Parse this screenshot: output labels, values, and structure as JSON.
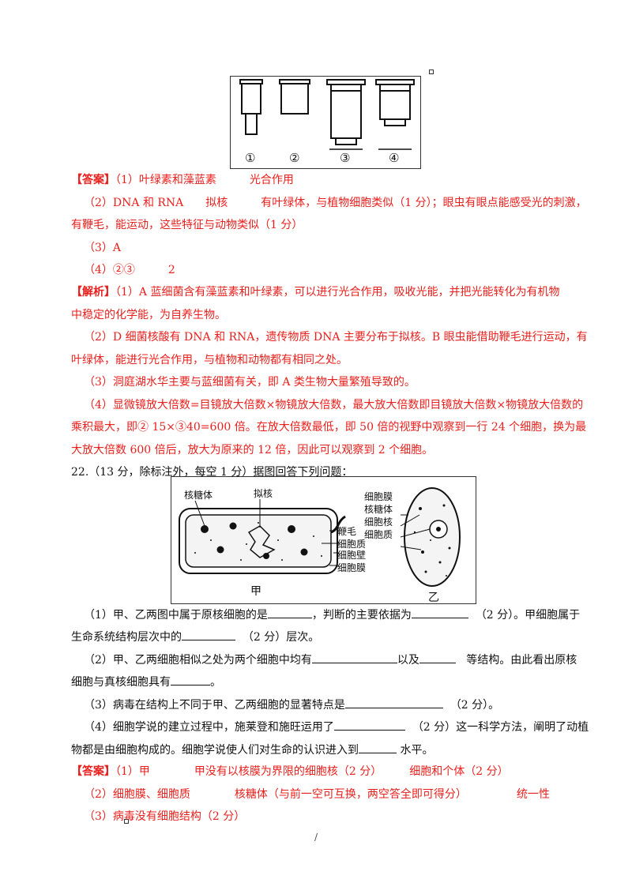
{
  "figure1": {
    "labels": [
      "①",
      "②",
      "③",
      "④"
    ]
  },
  "answer21": {
    "tag": "【答案】",
    "l1": "（1）叶绿素和藻蓝素　　　光合作用",
    "l2": "（2）DNA 和 RNA　　拟核　　　有叶绿体，与植物细胞类似（1 分）；眼虫有眼点能感受光的刺激，",
    "l3": "有鞭毛，能运动，这些特征与动物类似（1 分）",
    "l4": "（3）A",
    "l5": "（4）②③　　　2"
  },
  "analysis21": {
    "tag": "【解析】",
    "l1": "（1）A 蓝细菌含有藻蓝素和叶绿素，可以进行光合作用，吸收光能，并把光能转化为有机物",
    "l2": "中稳定的化学能，为自养生物。",
    "l3": "（2）D 细菌核酸有 DNA 和 RNA，遗传物质 DNA 主要分布于拟核。B 眼虫能借助鞭毛进行运动，有",
    "l4": "叶绿体，能进行光合作用，与植物和动物都有相同之处。",
    "l5": "（3）洞庭湖水华主要与蓝细菌有关，即 A 类生物大量繁殖导致的。",
    "l6": "（4）显微镜放大倍数=目镜放大倍数×物镜放大倍数，最大放大倍数即目镜放大倍数×物镜放大倍数的",
    "l7": "乘积最大，即② 15×③40=600 倍。在放大倍数最低，即 50 倍的视野中观察到一行 24 个细胞，换为最",
    "l8": "大放大倍数 600 倍后，放大为原来的 12 倍，因此可以观察到 2 个细胞。"
  },
  "q22": {
    "header": "22.（13 分，除标注外，每空 1 分）据图回答下列问题：",
    "figure": {
      "jia_labels": [
        "核糖体",
        "拟核",
        "鞭毛",
        "细胞质",
        "细胞壁",
        "细胞膜"
      ],
      "jia_caption": "甲",
      "yi_labels": [
        "细胞膜",
        "核糖体",
        "细胞核",
        "细胞质"
      ],
      "yi_caption": "乙"
    },
    "p1a": "（1）甲、乙两图中属于原核细胞的是",
    "p1b": "，判断的主要依据为",
    "p1c": "（2 分）。甲细胞属于",
    "p1d": "生命系统结构层次中的",
    "p1e": "（2 分）层次。",
    "p2a": "（2）甲、乙两细胞相似之处为两个细胞中均有",
    "p2b": "以及",
    "p2c": "等结构。由此看出原核",
    "p2d": "细胞与真核细胞具有",
    "p2e": "。",
    "p3a": "（3）病毒在结构上不同于甲、乙两细胞的显著特点是",
    "p3b": "（2 分）。",
    "p4a": "（4）细胞学说的建立过程中，施莱登和施旺运用了",
    "p4b": "（2 分）这一科学方法，阐明了动植",
    "p4c": "物都是由细胞构成的。细胞学说使人们对生命的认识进入到",
    "p4d": "水平。"
  },
  "answer22": {
    "tag": "【答案】",
    "l1": "（1）甲　　　　甲没有以核膜为界限的细胞核（2 分）　　　细胞和个体（2 分）",
    "l2": "（2）细胞膜、细胞质　　　　核糖体（与前一空可互换，两空答全即可得分）　　　　　统一性",
    "l3": "（3）病毒没有细胞结构（2 分）"
  },
  "footer": {
    "page": "/"
  }
}
